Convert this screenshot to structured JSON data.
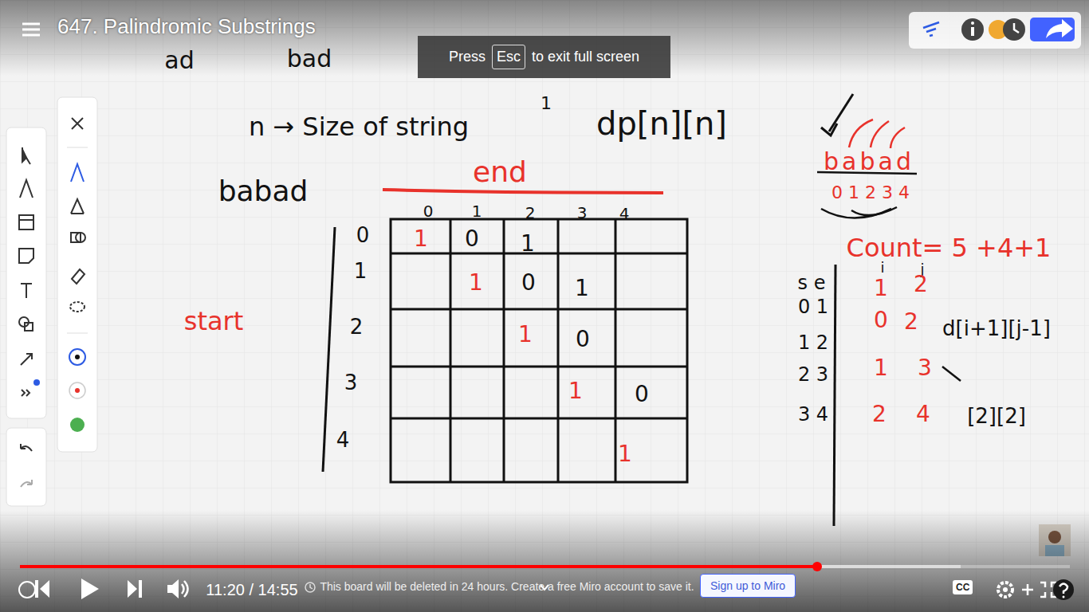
{
  "diagram": {
    "title": "647. Palindromic Substrings",
    "nodes": [
      {
        "text": [
          "Press",
          "to exit full screen"
        ]
      },
      {
        "text": [
          "Esc"
        ],
        "in": 0
      },
      {
        "text": [
          "Sign up to Miro"
        ]
      },
      {
        "text": [
          "CC"
        ]
      }
    ],
    "labels": [
      "ad",
      "bad",
      "1",
      "n → Size of string",
      "dp[n][n]",
      "babad",
      "end",
      "0",
      "1",
      "2",
      "3",
      "4",
      "0",
      "1",
      "2",
      "3",
      "4",
      "start",
      "1",
      "0",
      "1",
      "1",
      "0",
      "1",
      "1",
      "0",
      "1",
      "0",
      "1",
      "babad",
      "0 1 2 3 4",
      "Count= 5 +4+1",
      "s e",
      "i",
      "j",
      "0 1",
      "1 2",
      "2 3",
      "3 4",
      "1",
      "2",
      "0",
      "2",
      "d[i+1][j-1]",
      "1",
      "3",
      "2",
      "4",
      "[2][2]",
      "11:20 / 14:55",
      "This board will be deleted in 24 hours. Create a free Miro account to save it."
    ]
  }
}
